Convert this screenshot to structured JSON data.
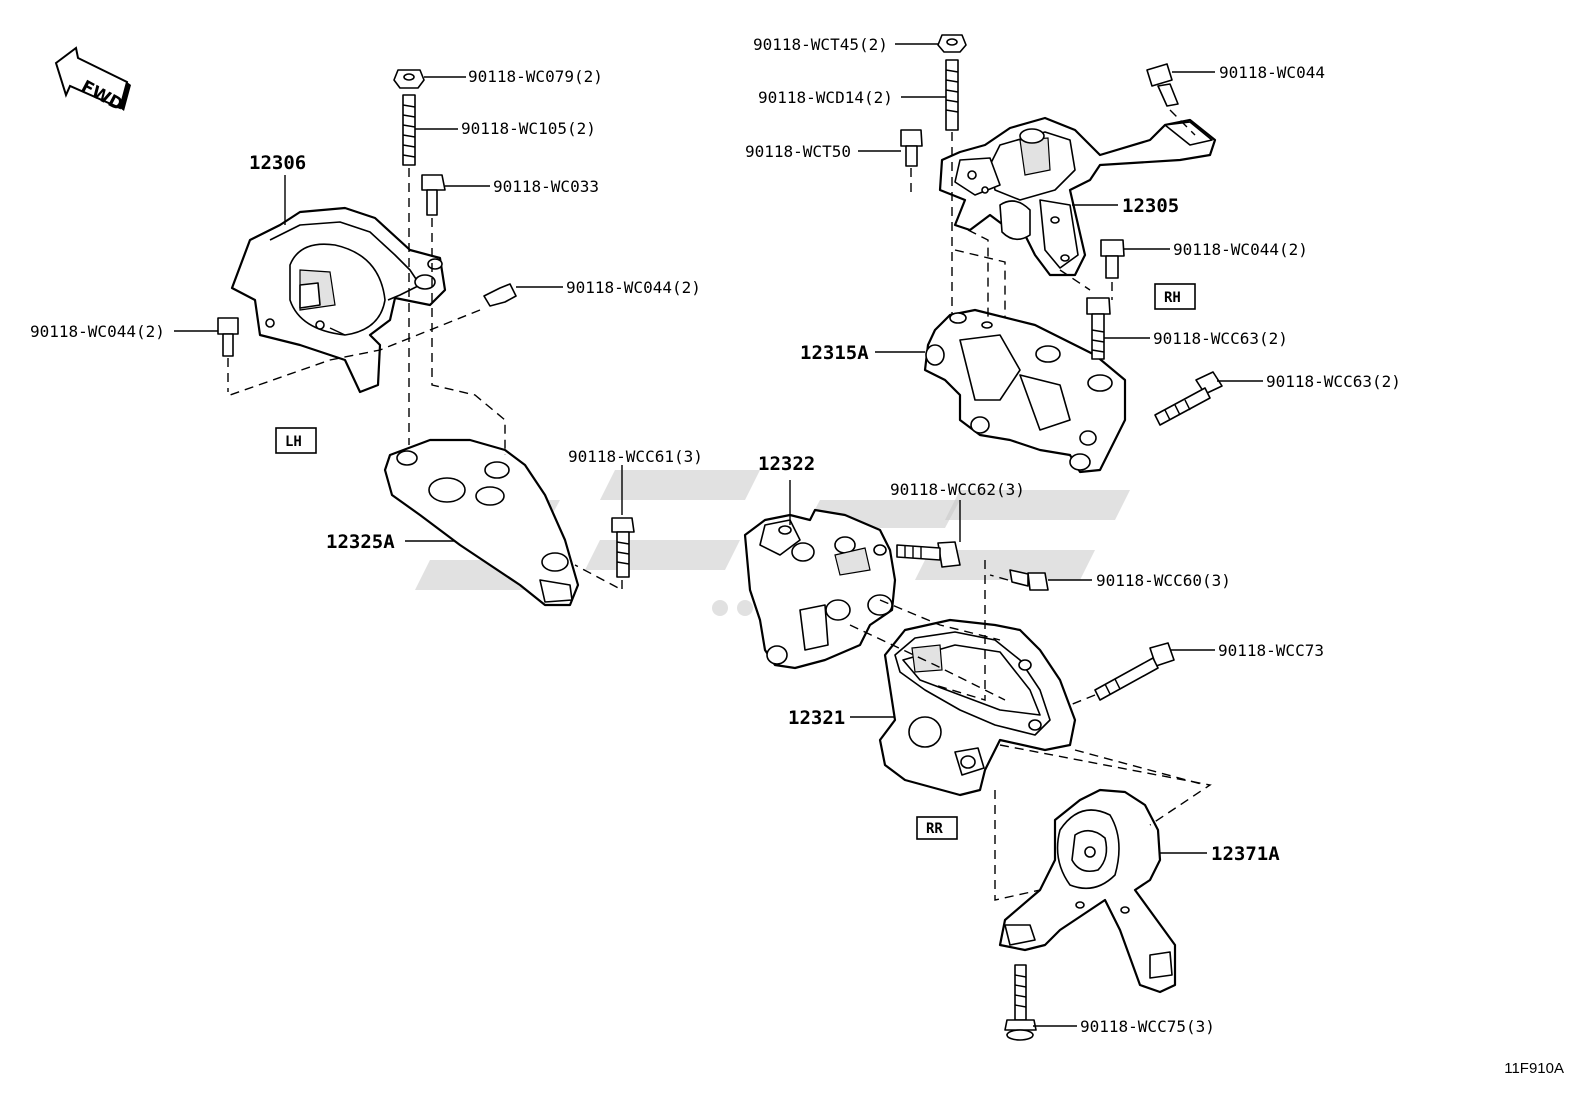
{
  "diagram_code": "11F910A",
  "fwd_label": "FWD",
  "side_tags": {
    "lh": "LH",
    "rh": "RH",
    "rr": "RR"
  },
  "callouts": [
    {
      "id": "lh-wc079",
      "text": "90118-WC079(2)"
    },
    {
      "id": "lh-wc105",
      "text": "90118-WC105(2)"
    },
    {
      "id": "lh-wc033",
      "text": "90118-WC033"
    },
    {
      "id": "lh-12306",
      "text": "12306"
    },
    {
      "id": "lh-wc044-right",
      "text": "90118-WC044(2)"
    },
    {
      "id": "lh-wc044-left",
      "text": "90118-WC044(2)"
    },
    {
      "id": "lh-wcc61",
      "text": "90118-WCC61(3)"
    },
    {
      "id": "lh-12325a",
      "text": "12325A"
    },
    {
      "id": "rh-wct45",
      "text": "90118-WCT45(2)"
    },
    {
      "id": "rh-wcd14",
      "text": "90118-WCD14(2)"
    },
    {
      "id": "rh-wct50",
      "text": "90118-WCT50"
    },
    {
      "id": "rh-wc044-top",
      "text": "90118-WC044"
    },
    {
      "id": "rh-12305",
      "text": "12305"
    },
    {
      "id": "rh-wc044-2",
      "text": "90118-WC044(2)"
    },
    {
      "id": "rh-12315a",
      "text": "12315A"
    },
    {
      "id": "rh-wcc63-a",
      "text": "90118-WCC63(2)"
    },
    {
      "id": "rh-wcc63-b",
      "text": "90118-WCC63(2)"
    },
    {
      "id": "rr-12322",
      "text": "12322"
    },
    {
      "id": "rr-wcc62",
      "text": "90118-WCC62(3)"
    },
    {
      "id": "rr-wcc60",
      "text": "90118-WCC60(3)"
    },
    {
      "id": "rr-wcc73",
      "text": "90118-WCC73"
    },
    {
      "id": "rr-12321",
      "text": "12321"
    },
    {
      "id": "rr-12371a",
      "text": "12371A"
    },
    {
      "id": "rr-wcc75",
      "text": "90118-WCC75(3)"
    }
  ]
}
